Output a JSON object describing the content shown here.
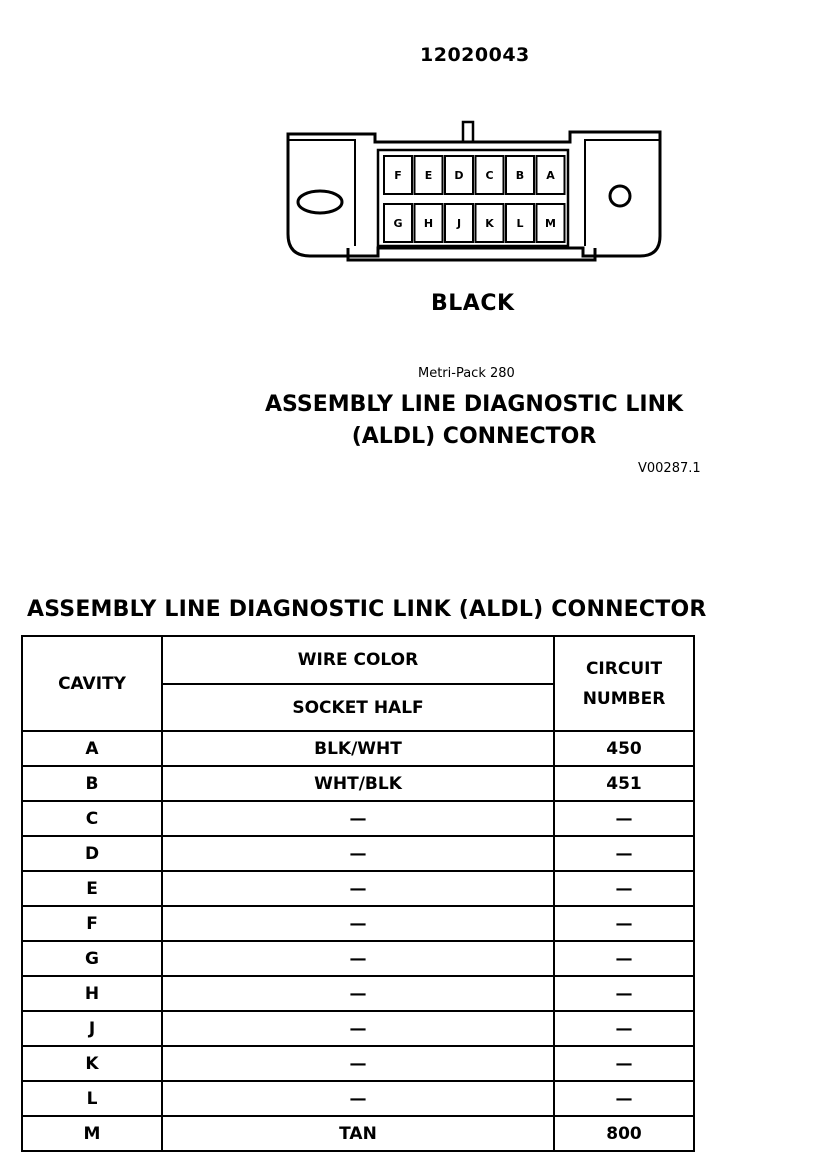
{
  "diagram": {
    "part_number": "12020043",
    "color_label": "BLACK",
    "metri_pack": "Metri-Pack 280",
    "title_line1": "ASSEMBLY LINE DIAGNOSTIC LINK",
    "title_line2": "(ALDL) CONNECTOR",
    "ref_code": "V00287.1",
    "pins_top_row": [
      "F",
      "E",
      "D",
      "C",
      "B",
      "A"
    ],
    "pins_bottom_row": [
      "G",
      "H",
      "J",
      "K",
      "L",
      "M"
    ]
  },
  "table": {
    "title": "ASSEMBLY LINE DIAGNOSTIC LINK (ALDL) CONNECTOR",
    "headers": {
      "cavity": "CAVITY",
      "wire_color": "WIRE COLOR",
      "socket_half": "SOCKET HALF",
      "circuit_line1": "CIRCUIT",
      "circuit_line2": "NUMBER"
    },
    "rows": [
      {
        "cavity": "A",
        "wire_color": "BLK/WHT",
        "circuit": "450"
      },
      {
        "cavity": "B",
        "wire_color": "WHT/BLK",
        "circuit": "451"
      },
      {
        "cavity": "C",
        "wire_color": "—",
        "circuit": "—"
      },
      {
        "cavity": "D",
        "wire_color": "—",
        "circuit": "—"
      },
      {
        "cavity": "E",
        "wire_color": "—",
        "circuit": "—"
      },
      {
        "cavity": "F",
        "wire_color": "—",
        "circuit": "—"
      },
      {
        "cavity": "G",
        "wire_color": "—",
        "circuit": "—"
      },
      {
        "cavity": "H",
        "wire_color": "—",
        "circuit": "—"
      },
      {
        "cavity": "J",
        "wire_color": "—",
        "circuit": "—"
      },
      {
        "cavity": "K",
        "wire_color": "—",
        "circuit": "—"
      },
      {
        "cavity": "L",
        "wire_color": "—",
        "circuit": "—"
      },
      {
        "cavity": "M",
        "wire_color": "TAN",
        "circuit": "800"
      }
    ]
  }
}
